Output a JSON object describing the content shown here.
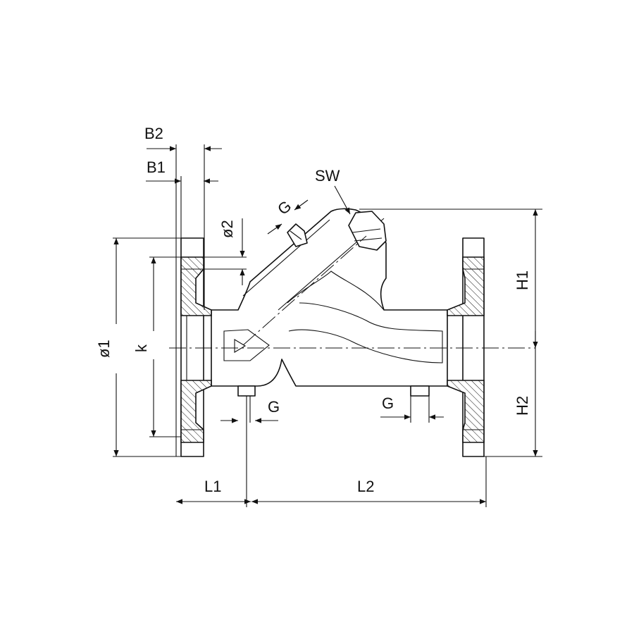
{
  "labels": {
    "b2": "B2",
    "b1": "B1",
    "sw": "SW",
    "g_top": "G",
    "d2": "ø2",
    "d1": "ø1",
    "k": "k",
    "g_left": "G",
    "g_right": "G",
    "h1": "H1",
    "h2": "H2",
    "l1": "L1",
    "l2": "L2"
  }
}
